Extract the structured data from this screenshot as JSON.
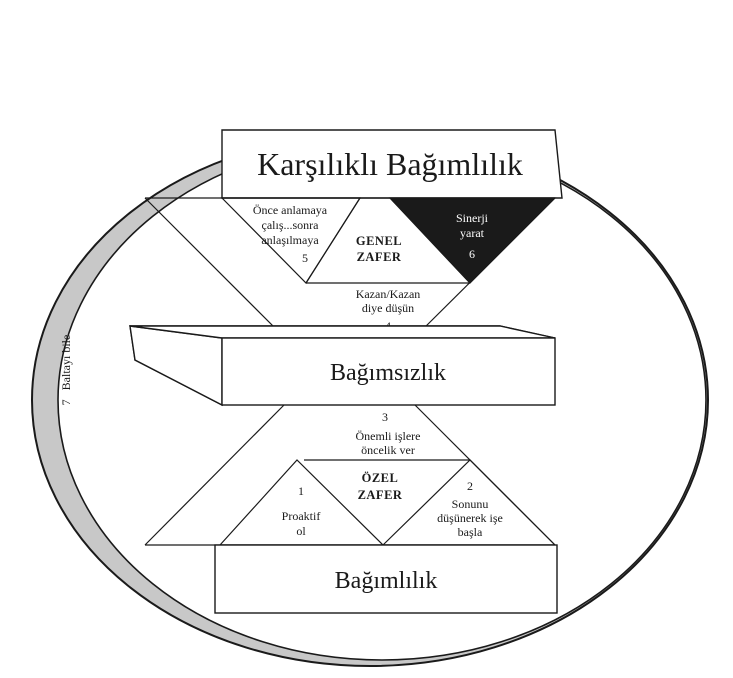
{
  "diagram": {
    "levels": {
      "top": "Karşılıklı Bağımlılık",
      "middle": "Bağımsızlık",
      "bottom": "Bağımlılık"
    },
    "victories": {
      "public": [
        "GENEL",
        "ZAFER"
      ],
      "private": [
        "ÖZEL",
        "ZAFER"
      ]
    },
    "habits": [
      {
        "number": "1",
        "lines": [
          "Proaktif",
          "ol"
        ]
      },
      {
        "number": "2",
        "lines": [
          "Sonunu",
          "düşünerek işe",
          "başla"
        ]
      },
      {
        "number": "3",
        "lines": [
          "Önemli işlere",
          "öncelik ver"
        ]
      },
      {
        "number": "4",
        "lines": [
          "Kazan/Kazan",
          "diye düşün"
        ]
      },
      {
        "number": "5",
        "lines": [
          "Önce anlamaya",
          "çalış...sonra",
          "anlaşılmaya"
        ]
      },
      {
        "number": "6",
        "lines": [
          "Sinerji",
          "yarat"
        ]
      },
      {
        "number": "7",
        "lines": [
          "Baltayı bile"
        ]
      }
    ],
    "colors": {
      "ring": "#c8c8c8",
      "ink": "#1a1a1a",
      "paper": "#ffffff"
    }
  }
}
